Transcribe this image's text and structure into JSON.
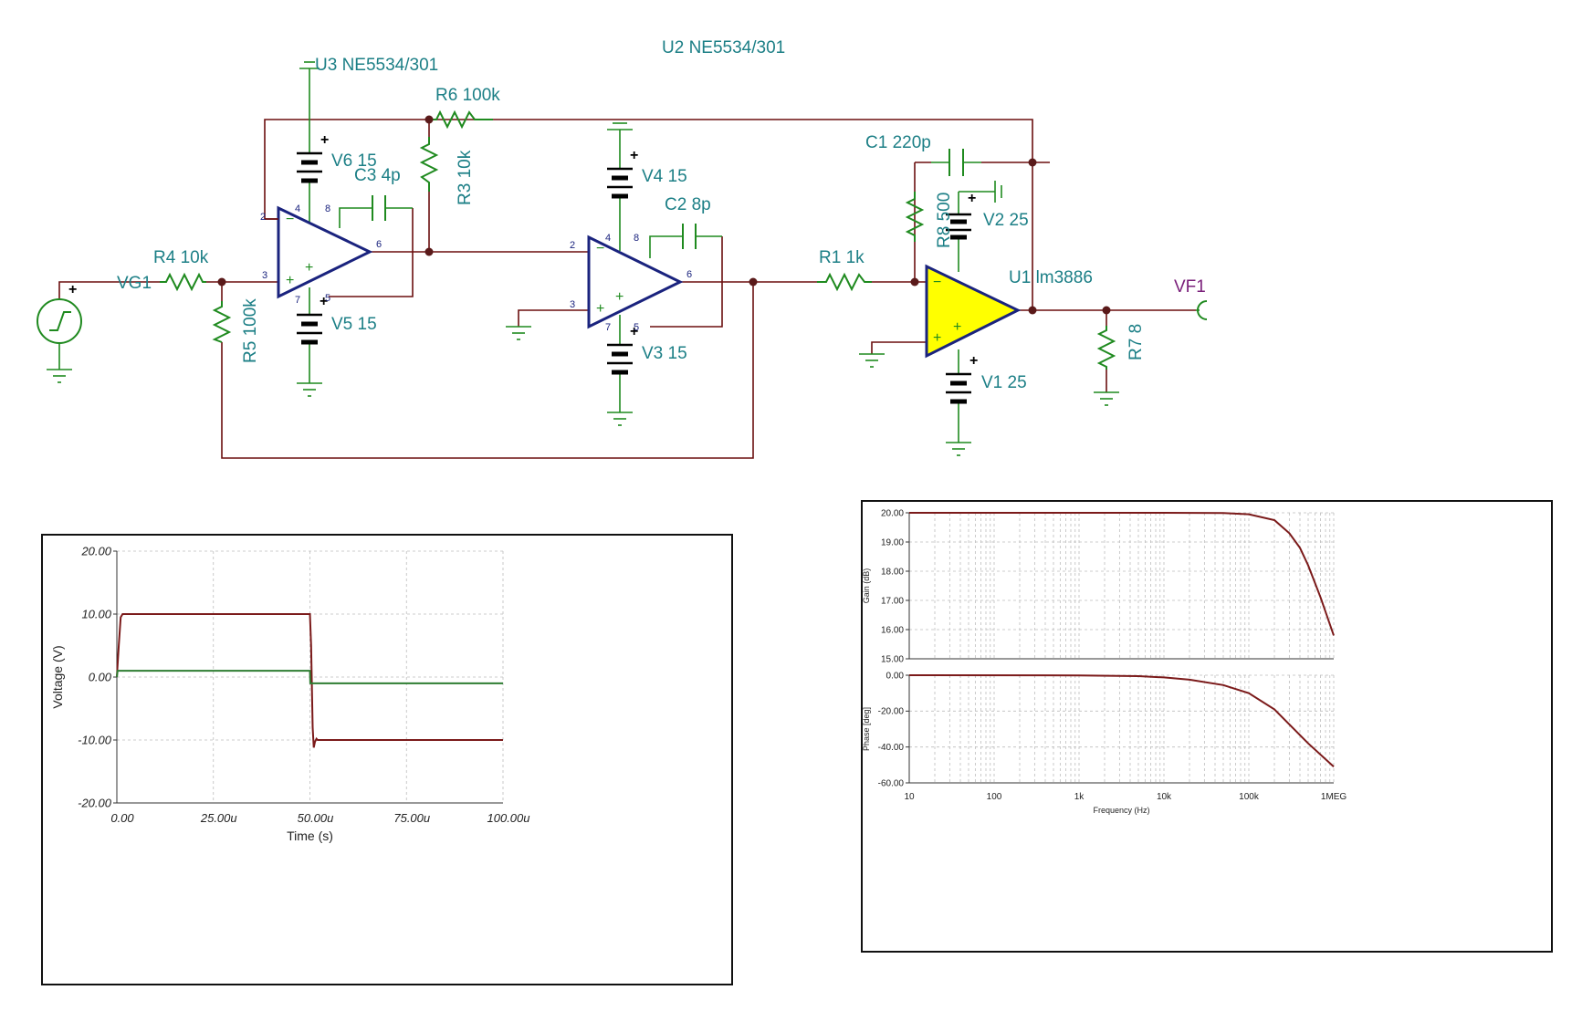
{
  "schematic": {
    "labels": {
      "u3": "U3 NE5534/301",
      "u2": "U2 NE5534/301",
      "u1": "U1 lm3886",
      "r6": "R6 100k",
      "r3": "R3 10k",
      "r4": "R4 10k",
      "r5": "R5 100k",
      "r1": "R1 1k",
      "r8": "R8 500",
      "r7": "R7 8",
      "c3": "C3 4p",
      "c2": "C2 8p",
      "c1": "C1 220p",
      "v6": "V6 15",
      "v5": "V5 15",
      "v4": "V4 15",
      "v3": "V3 15",
      "v2": "V2 25",
      "v1": "V1 25",
      "vg1": "VG1",
      "vf1": "VF1"
    },
    "pins": {
      "u3": [
        "2",
        "3",
        "4",
        "5",
        "6",
        "7",
        "8"
      ],
      "u2": [
        "2",
        "3",
        "4",
        "5",
        "6",
        "7",
        "8"
      ]
    }
  },
  "chart_data": [
    {
      "type": "line",
      "xlabel": "Time (s)",
      "ylabel": "Voltage (V)",
      "xlim": [
        0,
        0.0001
      ],
      "ylim": [
        -20,
        20
      ],
      "xticks": [
        "0.00",
        "25.00u",
        "50.00u",
        "75.00u",
        "100.00u"
      ],
      "yticks": [
        "20.00",
        "10.00",
        "0.00",
        "-10.00",
        "-20.00"
      ],
      "grid": true,
      "series": [
        {
          "color": "#7b1a1a",
          "x": [
            0,
            5e-07,
            1e-06,
            1.5e-06,
            2e-06,
            5e-05,
            5.03e-05,
            5.07e-05,
            5.1e-05,
            5.13e-05,
            5.17e-05,
            5.2e-05,
            0.0001
          ],
          "y": [
            0,
            5,
            9.5,
            10,
            10,
            10,
            5,
            -8,
            -11.2,
            -10.3,
            -9.8,
            -10,
            -10
          ]
        },
        {
          "color": "#2e7d32",
          "x": [
            0,
            2e-07,
            5e-05,
            5.01e-05,
            0.0001
          ],
          "y": [
            0,
            1,
            1,
            -1,
            -1
          ]
        }
      ]
    },
    {
      "type": "line",
      "xlabel": "",
      "ylabel": "Gain (dB)",
      "xscale": "log",
      "xlim": [
        10,
        1000000
      ],
      "ylim": [
        15,
        20
      ],
      "yticks": [
        "20.00",
        "19.00",
        "18.00",
        "17.00",
        "16.00",
        "15.00"
      ],
      "grid": true,
      "series": [
        {
          "color": "#7b1a1a",
          "x": [
            10,
            10000,
            50000,
            100000,
            200000,
            300000,
            400000,
            500000,
            700000,
            1000000
          ],
          "y": [
            20,
            20,
            19.99,
            19.95,
            19.75,
            19.3,
            18.8,
            18.2,
            17.1,
            15.8
          ]
        }
      ]
    },
    {
      "type": "line",
      "xlabel": "Frequency (Hz)",
      "ylabel": "Phase [deg]",
      "xscale": "log",
      "xlim": [
        10,
        1000000
      ],
      "ylim": [
        -60,
        0
      ],
      "xticks": [
        "10",
        "100",
        "1k",
        "10k",
        "100k",
        "1MEG"
      ],
      "yticks": [
        "0.00",
        "-20.00",
        "-40.00",
        "-60.00"
      ],
      "grid": true,
      "series": [
        {
          "color": "#7b1a1a",
          "x": [
            10,
            1000,
            5000,
            10000,
            20000,
            50000,
            100000,
            200000,
            500000,
            1000000
          ],
          "y": [
            0,
            -0.1,
            -0.5,
            -1.2,
            -2.5,
            -5.5,
            -10,
            -19,
            -38,
            -51
          ]
        }
      ]
    }
  ]
}
